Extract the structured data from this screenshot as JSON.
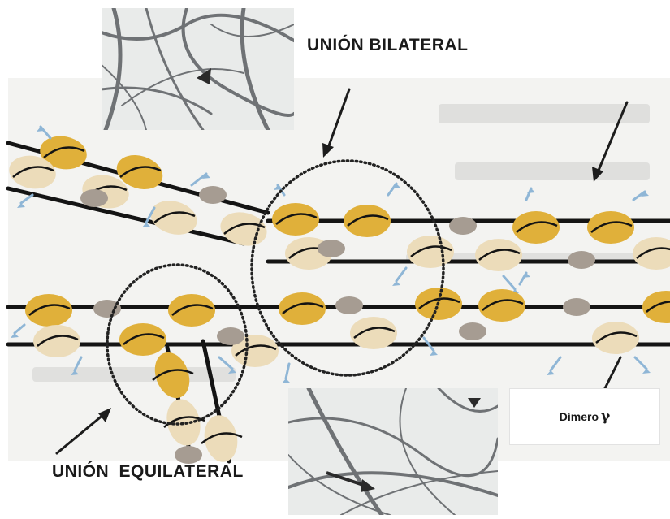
{
  "labels": {
    "bilateral": "UNIÓN BILATERAL",
    "equilateral": "UNIÓN  EQUILATERAL",
    "dimer": "Dímero",
    "dimer_symbol": "γ"
  },
  "colors": {
    "d_domain": "#e0b03a",
    "d_domain_light": "#ecdcba",
    "e_domain": "#a69c92",
    "crosslink": "#8fb6d6",
    "rod": "#141414",
    "micrograph_bg": "#e9ebea",
    "fiber": "#6f7275"
  },
  "icons": [
    "arrow-icon",
    "arrowhead-icon"
  ]
}
